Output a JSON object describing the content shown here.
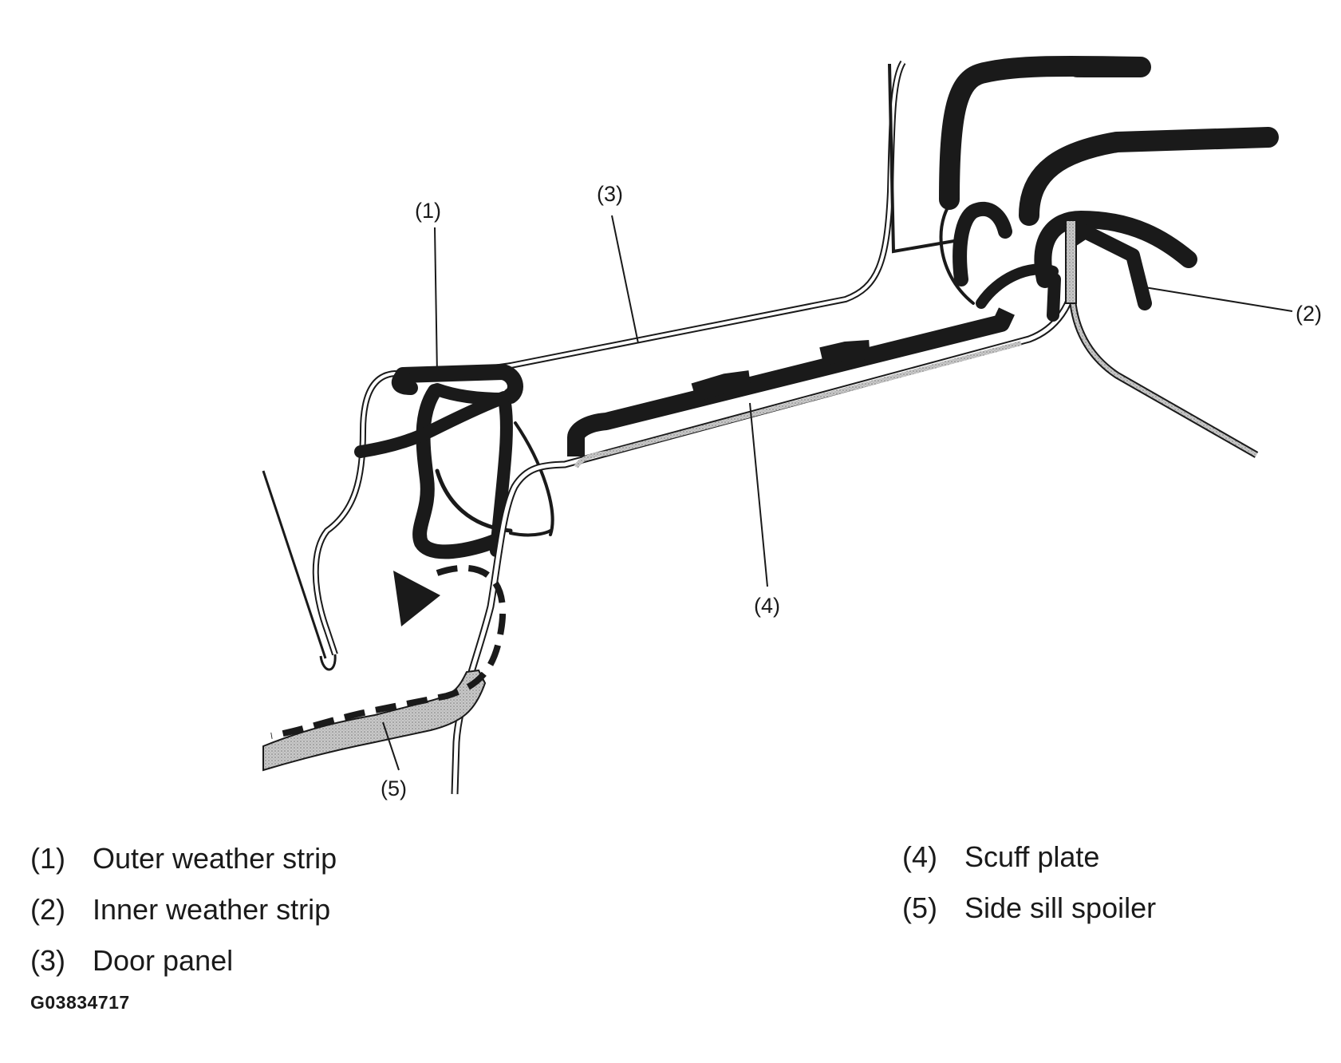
{
  "diagram": {
    "callouts": [
      {
        "id": "1",
        "text": "(1)"
      },
      {
        "id": "2",
        "text": "(2)"
      },
      {
        "id": "3",
        "text": "(3)"
      },
      {
        "id": "4",
        "text": "(4)"
      },
      {
        "id": "5",
        "text": "(5)"
      }
    ]
  },
  "legend": [
    {
      "num": "(1)",
      "label": "Outer weather strip"
    },
    {
      "num": "(2)",
      "label": "Inner weather strip"
    },
    {
      "num": "(3)",
      "label": "Door panel"
    },
    {
      "num": "(4)",
      "label": "Scuff plate"
    },
    {
      "num": "(5)",
      "label": "Side sill spoiler"
    }
  ],
  "figure_id": "G03834717",
  "colors": {
    "ink": "#1a1a1a",
    "hatch": "#b5b5b5",
    "background": "#ffffff"
  }
}
